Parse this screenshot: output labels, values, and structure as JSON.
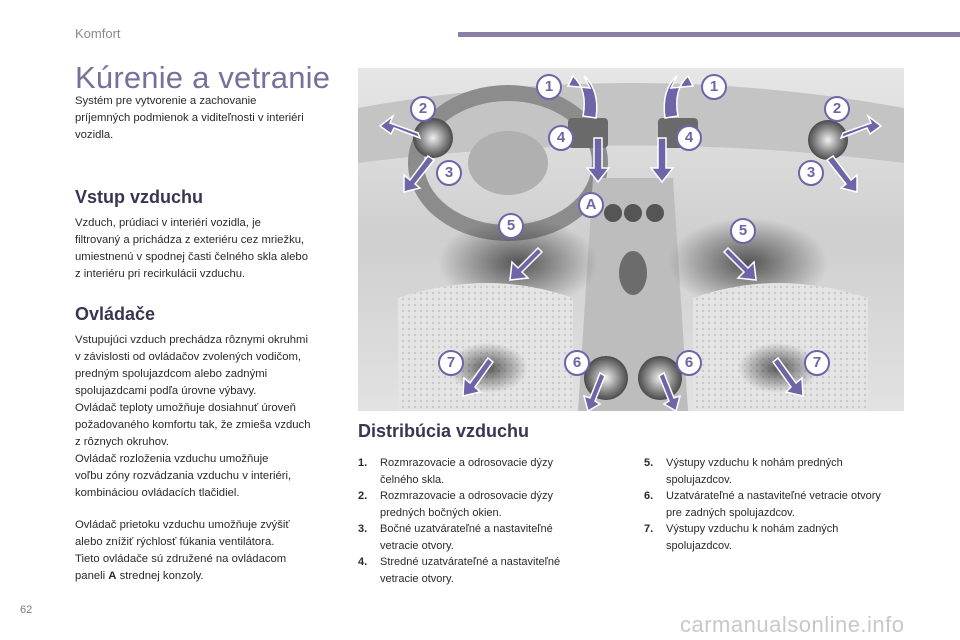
{
  "header": {
    "section_label": "Komfort",
    "accent_color": "#8a7fa6"
  },
  "title": "Kúrenie a vetranie",
  "intro": [
    "Systém pre vytvorenie a zachovanie",
    "príjemných podmienok a viditeľnosti v interiéri",
    "vozidla."
  ],
  "vstup": {
    "heading": "Vstup vzduchu",
    "lines": [
      "Vzduch, prúdiaci v interiéri vozidla, je",
      "filtrovaný a prichádza z exteriéru cez mriežku,",
      "umiestnenú v spodnej časti čelného skla alebo",
      "z interiéru pri recirkulácii vzduchu."
    ]
  },
  "ovladace": {
    "heading": "Ovládače",
    "lines": [
      "Vstupujúci vzduch prechádza rôznymi okruhmi",
      "v závislosti od ovládačov zvolených vodičom,",
      "predným spolujazdcom alebo zadnými",
      "spolujazdcami podľa úrovne výbavy.",
      "Ovládač teploty umožňuje dosiahnuť úroveň",
      "požadovaného komfortu tak, že zmieša vzduch",
      "z rôznych okruhov.",
      "Ovládač rozloženia vzduchu umožňuje",
      "voľbu zóny rozvádzania vzduchu v interiéri,",
      "kombináciou ovládacích tlačidiel."
    ],
    "fan_lines": [
      "Ovládač prietoku vzduchu umožňuje zvýšiť",
      "alebo znížiť rýchlosť fúkania ventilátora.",
      "Tieto ovládače sú združené na ovládacom"
    ],
    "fan_last_prefix": "paneli ",
    "fan_last_bold": "A",
    "fan_last_suffix": " strednej konzoly."
  },
  "illustration": {
    "labels": [
      "1",
      "1",
      "2",
      "2",
      "3",
      "3",
      "4",
      "4",
      "A",
      "5",
      "5",
      "6",
      "6",
      "7",
      "7"
    ]
  },
  "distribucia": {
    "heading": "Distribúcia vzduchu",
    "left_items": [
      {
        "num": "1.",
        "lines": [
          "Rozmrazovacie a odrosovacie dýzy",
          "čelného skla."
        ]
      },
      {
        "num": "2.",
        "lines": [
          "Rozmrazovacie a odrosovacie dýzy",
          "predných bočných okien."
        ]
      },
      {
        "num": "3.",
        "lines": [
          "Bočné uzatvárateľné a nastaviteľné",
          "vetracie otvory."
        ]
      },
      {
        "num": "4.",
        "lines": [
          "Stredné uzatvárateľné a nastaviteľné",
          "vetracie otvory."
        ]
      }
    ],
    "right_items": [
      {
        "num": "5.",
        "lines": [
          "Výstupy vzduchu k nohám predných",
          "spolujazdcov."
        ]
      },
      {
        "num": "6.",
        "lines": [
          "Uzatvárateľné a nastaviteľné vetracie otvory",
          "pre zadných spolujazdcov."
        ]
      },
      {
        "num": "7.",
        "lines": [
          "Výstupy vzduchu k nohám zadných",
          "spolujazdcov."
        ]
      }
    ]
  },
  "footer": {
    "page_number": "62",
    "watermark": "carmanualsonline.info"
  }
}
